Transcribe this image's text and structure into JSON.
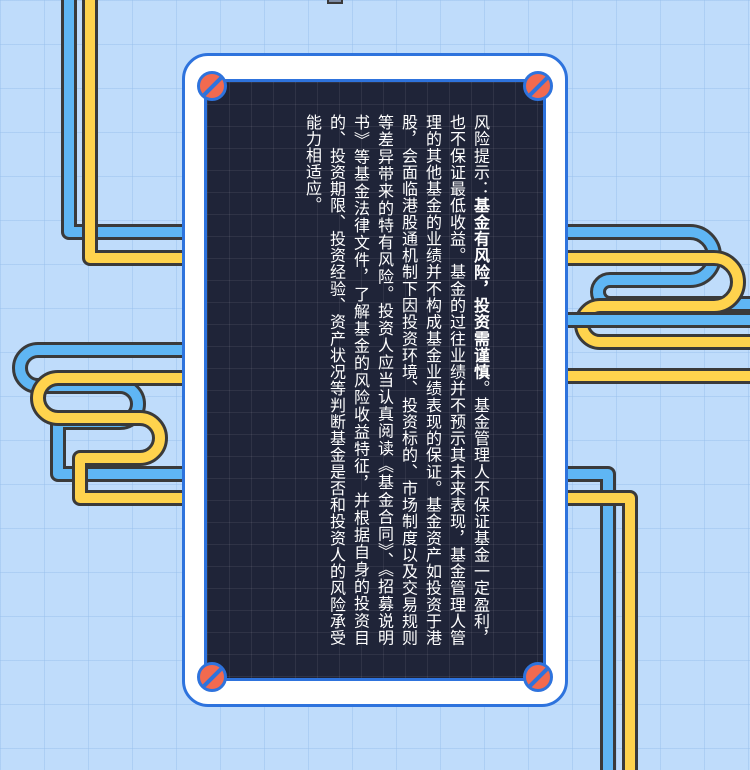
{
  "colors": {
    "background": "#bfdcfb",
    "pipe_blue": "#5fb6f4",
    "pipe_yellow": "#ffd34d",
    "pipe_outline": "#3a3a3a",
    "card_border": "#2e73dd",
    "panel": "#1f2438",
    "screw": "#f26a4f",
    "text": "#ffffff"
  },
  "notice": {
    "prefix": "风险提示：",
    "bold1": "基金有风险，",
    "bold2": "投资需谨慎",
    "body": "。基金管理人不保证基金一定盈利，也不保证最低收益。基金的过往业绩并不预示其未来表现，基金管理人管理的其他基金的业绩并不构成基金业绩表现的保证。基金资产如投资于港股，会面临港股通机制下因投资环境、投资标的、市场制度以及交易规则等差异带来的特有风险。投资人应当认真阅读《基金合同》、《招募说明书》等基金法律文件，了解基金的风险收益特征，并根据自身的投资目的、投资期限、投资经验、资产状况等判断基金是否和投资人的风险承受能力相适应。"
  },
  "icons": [
    "screw-icon"
  ]
}
